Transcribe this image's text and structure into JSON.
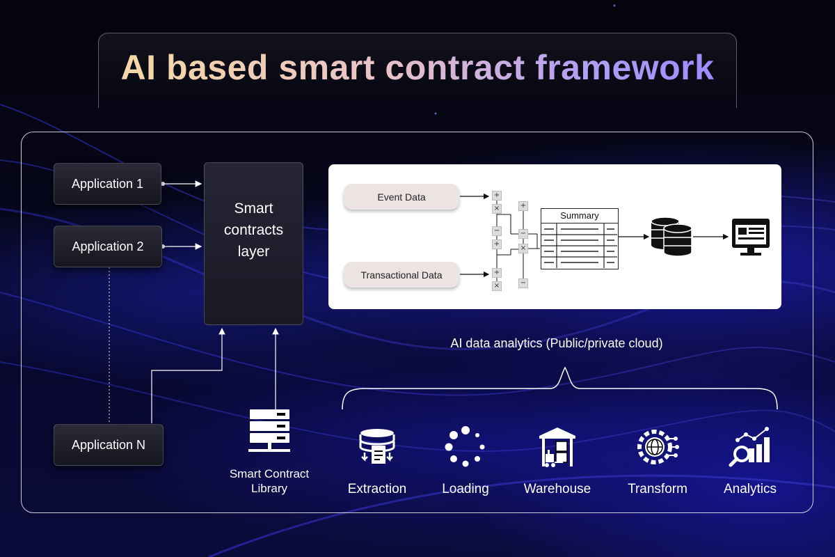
{
  "title": "AI based smart contract framework",
  "applications": [
    {
      "label": "Application 1"
    },
    {
      "label": "Application 2"
    },
    {
      "label": "Application N"
    }
  ],
  "smart_contracts_layer": {
    "label": "Smart contracts layer"
  },
  "library": {
    "label": "Smart Contract Library"
  },
  "analytics_panel": {
    "event_data": "Event Data",
    "transactional_data": "Transactional Data",
    "summary": "Summary",
    "operators": [
      "+",
      "×",
      "−",
      "+",
      "+",
      "×",
      "+",
      "−",
      "×",
      "−"
    ]
  },
  "cloud_label": "AI data analytics (Public/private cloud)",
  "stages": [
    {
      "label": "Extraction",
      "icon": "extraction-icon"
    },
    {
      "label": "Loading",
      "icon": "loading-icon"
    },
    {
      "label": "Warehouse",
      "icon": "warehouse-icon"
    },
    {
      "label": "Transform",
      "icon": "transform-icon"
    },
    {
      "label": "Analytics",
      "icon": "analytics-icon"
    }
  ],
  "colors": {
    "background": "#06061a",
    "accent_blue": "#2a2aff",
    "title_gradient_start": "#f6d9a6",
    "title_gradient_end": "#9d8cff"
  }
}
